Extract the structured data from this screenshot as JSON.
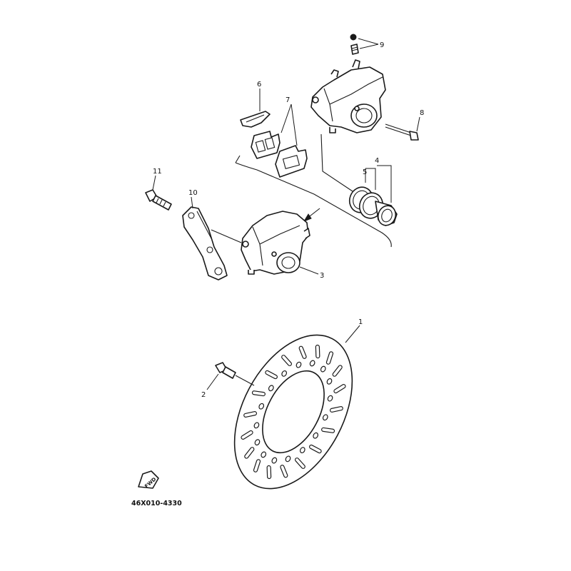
{
  "diagram": {
    "part_code": "46X010-4330",
    "callouts": [
      "1",
      "2",
      "3",
      "4",
      "5",
      "6",
      "7",
      "8",
      "9",
      "10",
      "11"
    ],
    "fwd_label": "FWD"
  }
}
